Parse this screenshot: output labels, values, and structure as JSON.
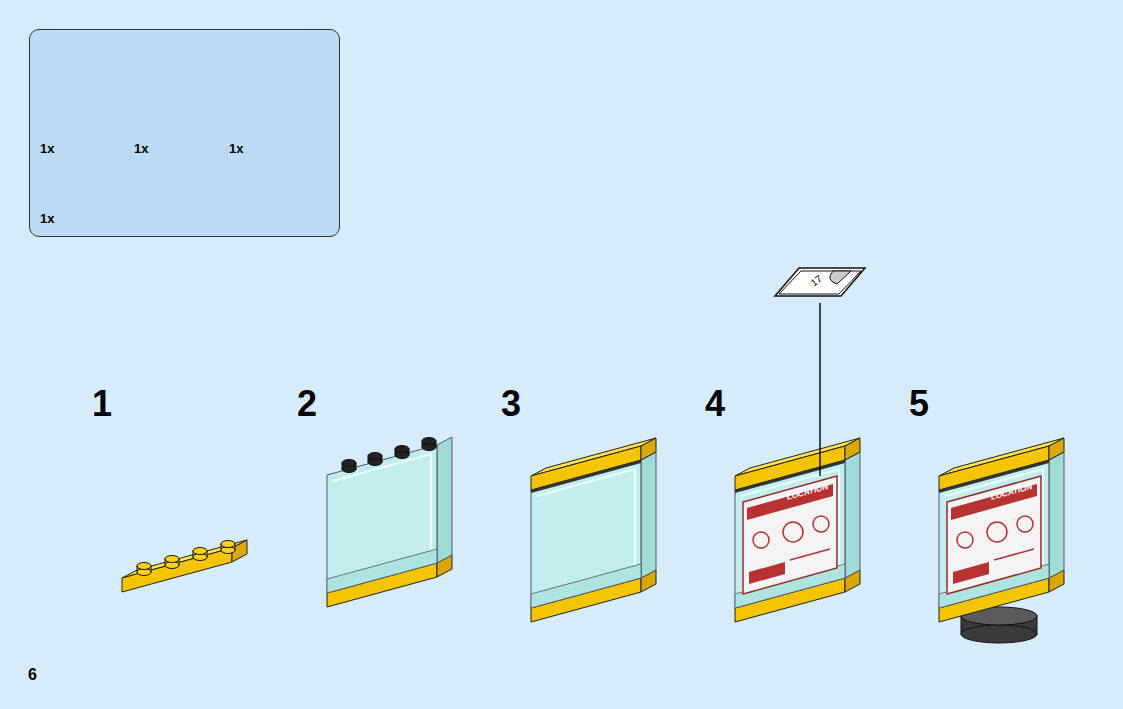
{
  "diagram": {
    "nodes": [
      {
        "text": [
          "1x",
          "1x",
          "1x",
          "1x"
        ]
      },
      {
        "text": [
          "17"
        ]
      }
    ],
    "labels": [
      "1",
      "2",
      "3",
      "4",
      "5",
      "LOCATION",
      "LOCATION",
      "6"
    ]
  }
}
